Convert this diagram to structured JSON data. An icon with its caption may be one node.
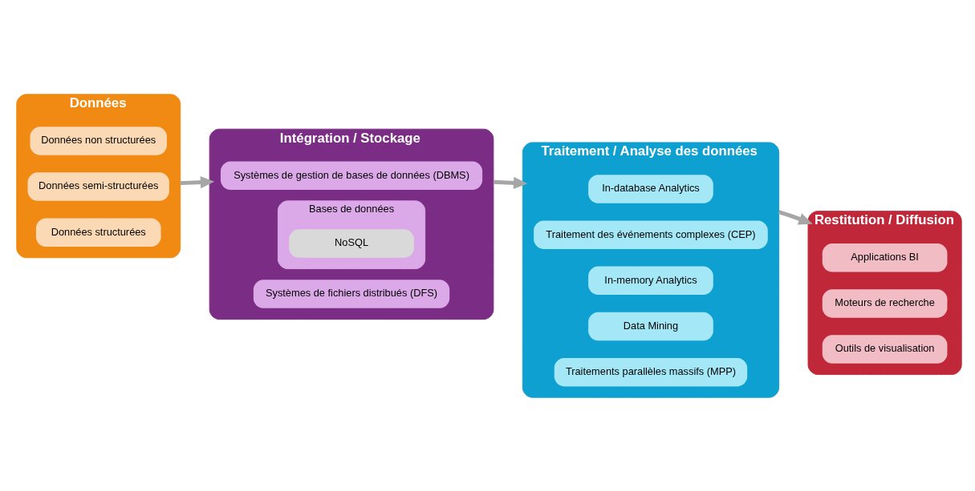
{
  "diagram": {
    "nodes": [
      {
        "text": [
          "Données"
        ]
      },
      {
        "text": [
          "Données structurées"
        ],
        "in": 0
      },
      {
        "text": [
          "Données semi-structurées"
        ],
        "in": 0
      },
      {
        "text": [
          "Données non structurées"
        ],
        "in": 0
      },
      {
        "text": [
          "Intégration / Stockage"
        ]
      },
      {
        "text": [
          "Systèmes de fichiers distribués (DFS)"
        ],
        "in": 4
      },
      {
        "text": [
          "Systèmes de gestion de bases de données (DBMS)"
        ],
        "in": 4
      },
      {
        "text": [
          "Bases de données"
        ],
        "in": 4
      },
      {
        "text": [
          "NoSQL"
        ],
        "in": 7
      },
      {
        "text": [
          "Traitement / Analyse des données"
        ]
      },
      {
        "text": [
          "Data Mining"
        ],
        "in": 9
      },
      {
        "text": [
          "Traitements parallèles massifs (MPP)"
        ],
        "in": 9
      },
      {
        "text": [
          "In-database Analytics"
        ],
        "in": 9
      },
      {
        "text": [
          "In-memory Analytics"
        ],
        "in": 9
      },
      {
        "text": [
          "Traitement des événements complexes (CEP)"
        ],
        "in": 9
      },
      {
        "text": [
          "Restitution / Diffusion"
        ]
      },
      {
        "text": [
          "Outils de visualisation"
        ],
        "in": 15
      },
      {
        "text": [
          "Applications BI"
        ],
        "in": 15
      },
      {
        "text": [
          "Moteurs de recherche"
        ],
        "in": 15
      }
    ],
    "edges": [
      {
        "from": 0,
        "to": 4,
        "arrow": "to"
      },
      {
        "from": 4,
        "to": 9,
        "arrow": "to"
      },
      {
        "from": 9,
        "to": 15,
        "arrow": "to"
      }
    ]
  }
}
